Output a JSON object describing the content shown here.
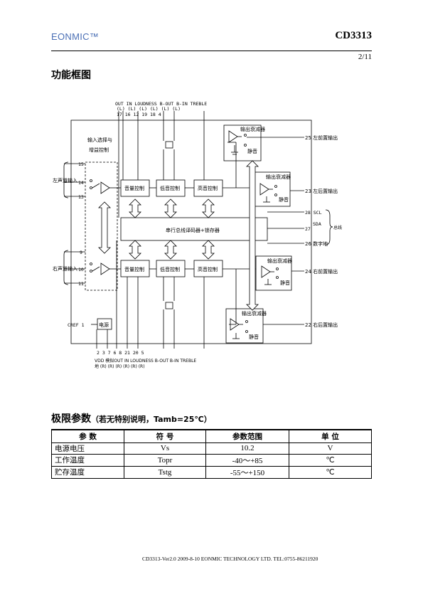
{
  "header": {
    "brand": "EONMIC™",
    "model": "CD3313",
    "page": "2/11"
  },
  "section1": {
    "title": "功能框图"
  },
  "diagram": {
    "top_pins": {
      "row1": "OUT  IN  LOUDNESS  B-OUT  B-IN      TREBLE",
      "row2": "(L) (L)   (L)      (L)    (L)        (L)",
      "row3": "17  16    12       19     18          4"
    },
    "bottom_pins": {
      "row1": "2   3    7     6     8        21   20         5",
      "row2": "VDD 模拟OUT   IN    LOUDNESS  B-OUT B-IN     TREBLE",
      "row3": "    地  (R)   (R)    (R)      (R)   (R)       (R)"
    },
    "input_select_l1": "输入选择与",
    "input_select_l2": "增益控制",
    "left_input": "左声道输入",
    "right_input": "右声道输入",
    "pin15": "15",
    "pin14": "14",
    "pin13": "13",
    "pin9": "9",
    "pin10": "10",
    "pin11": "11",
    "volume_l": "音量控制",
    "bass_l": "低音控制",
    "treble_l": "高音控制",
    "volume_r": "音量控制",
    "bass_r": "低音控制",
    "treble_r": "高音控制",
    "bus": "串行总线译码器+锁存器",
    "attenuator": "输出衰减器",
    "mute": "静音",
    "out1": "25 左前置输出",
    "out2": "23 左后置输出",
    "out3": "24 右前置输出",
    "out4": "22 右后置输出",
    "scl": "28 SCL",
    "sda_label": "SDA",
    "sda_pin": "27",
    "dig": "26 数字地",
    "bus_label": "总线",
    "cref": "CREF 1",
    "power": "电源"
  },
  "section2": {
    "title": "极限参数",
    "note": "（若无特别说明，Tamb=25℃）"
  },
  "table": {
    "headers": [
      "参 数",
      "符 号",
      "参数范围",
      "单 位"
    ],
    "rows": [
      [
        "电源电压",
        "Vs",
        "10.2",
        "V"
      ],
      [
        "工作温度",
        "Topr",
        "-40～+85",
        "℃"
      ],
      [
        "贮存温度",
        "Tstg",
        "-55～+150",
        "℃"
      ]
    ]
  },
  "footer": {
    "text": "CD3313-Ver2.0 2009-8-10 EONMIC TECHNOLOGY LTD.    TEL:0755-86211920"
  }
}
